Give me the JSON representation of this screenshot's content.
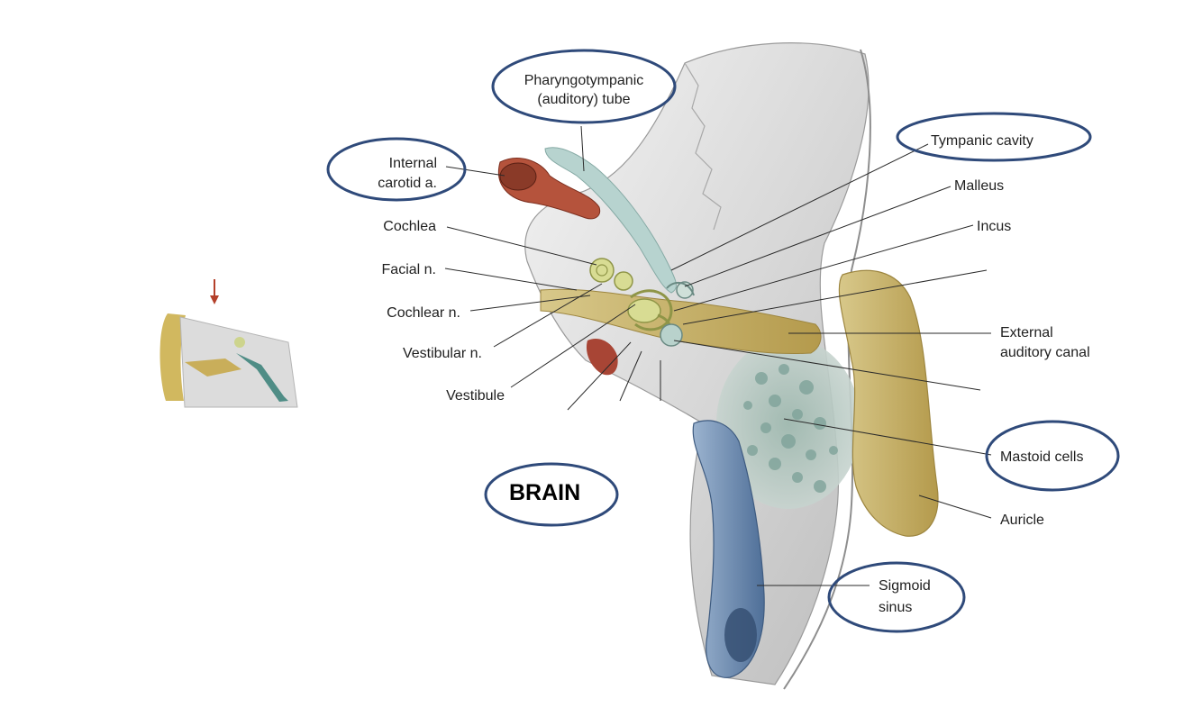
{
  "labels": {
    "pharyngotympanic_line1": "Pharyngotympanic",
    "pharyngotympanic_line2": "(auditory) tube",
    "internal_carotid_line1": "Internal",
    "internal_carotid_line2": "carotid a.",
    "cochlea": "Cochlea",
    "facial_n": "Facial n.",
    "cochlear_n": "Cochlear n.",
    "vestibular_n": "Vestibular n.",
    "vestibule": "Vestibule",
    "tympanic_cavity": "Tympanic cavity",
    "malleus": "Malleus",
    "incus": "Incus",
    "external_canal_line1": "External",
    "external_canal_line2": "auditory canal",
    "mastoid_cells": "Mastoid cells",
    "auricle": "Auricle",
    "sigmoid_line1": "Sigmoid",
    "sigmoid_line2": "sinus",
    "brain": "BRAIN"
  },
  "colors": {
    "circle_outline": "#2f4a7a",
    "bone": "#e3e3e3",
    "canal": "#c9b36a",
    "vessel_red": "#a34a35",
    "sinus_blue": "#6f8fb5",
    "tube_teal": "#a9c8c4",
    "leader": "#2a2a2a"
  }
}
